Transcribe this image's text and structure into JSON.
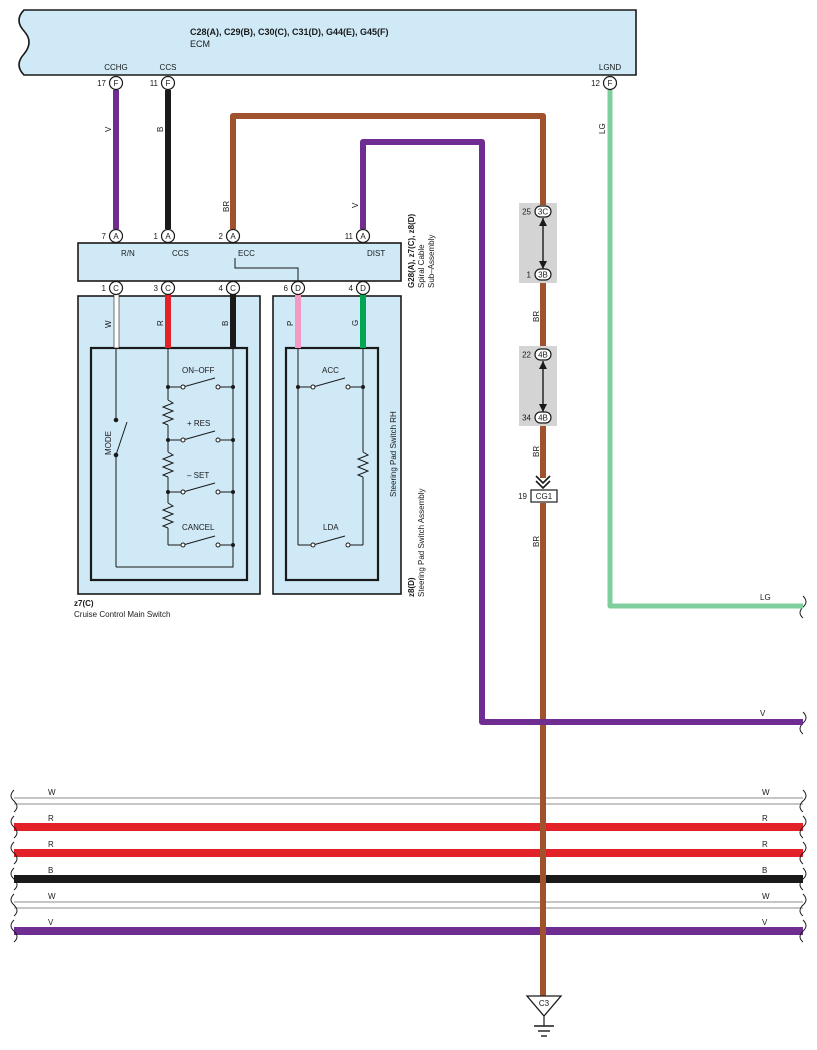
{
  "ecm": {
    "connectors": "C28(A), C29(B), C30(C), C31(D), G44(E), G45(F)",
    "name": "ECM",
    "terminals": [
      {
        "name": "CCHG",
        "num": "17",
        "pin": "F"
      },
      {
        "name": "CCS",
        "num": "11",
        "pin": "F"
      },
      {
        "name": "LGND",
        "num": "12",
        "pin": "F"
      }
    ]
  },
  "spiral": {
    "connectors": "G28(A), z7(C), z8(D)",
    "name1": "Spiral Cable",
    "name2": "Sub–Assembly",
    "top_pins": [
      {
        "num": "7",
        "pin": "A"
      },
      {
        "num": "1",
        "pin": "A"
      },
      {
        "num": "2",
        "pin": "A"
      },
      {
        "num": "11",
        "pin": "A"
      }
    ],
    "terminals": [
      "R/N",
      "CCS",
      "ECC",
      "DIST"
    ],
    "bottom_pins": [
      {
        "num": "1",
        "pin": "C"
      },
      {
        "num": "3",
        "pin": "C"
      },
      {
        "num": "4",
        "pin": "C"
      },
      {
        "num": "6",
        "pin": "D"
      },
      {
        "num": "4",
        "pin": "D"
      }
    ]
  },
  "main_switch": {
    "connector": "z7(C)",
    "name": "Cruise Control Main Switch",
    "switches": [
      "MODE",
      "ON–OFF",
      "+ RES",
      "– SET",
      "CANCEL"
    ]
  },
  "steering_pad": {
    "connector": "z8(D)",
    "name": "Steering Pad Switch Assembly",
    "sub_name": "Steering Pad Switch RH",
    "switches": [
      "ACC",
      "LDA"
    ]
  },
  "connectors": [
    {
      "num": "25",
      "pin": "3C"
    },
    {
      "num": "1",
      "pin": "3B"
    },
    {
      "num": "22",
      "pin": "4B"
    },
    {
      "num": "34",
      "pin": "4B"
    },
    {
      "num": "19",
      "pin": "CG1"
    }
  ],
  "ground": "C3",
  "wire_labels": {
    "v1": "V",
    "b1": "B",
    "br1": "BR",
    "v2": "V",
    "lg1": "LG",
    "w_sw": "W",
    "r_sw": "R",
    "b_sw": "B",
    "p_sw": "P",
    "g_sw": "G",
    "br2": "BR",
    "br3": "BR",
    "br4": "BR",
    "lg_end": "LG",
    "v_end": "V"
  },
  "bus": [
    {
      "label": "W",
      "color": "#ffffff"
    },
    {
      "label": "R",
      "color": "#e32129"
    },
    {
      "label": "R",
      "color": "#e32129"
    },
    {
      "label": "B",
      "color": "#1a1a1a"
    },
    {
      "label": "W",
      "color": "#ffffff"
    },
    {
      "label": "V",
      "color": "#6f2c91"
    }
  ],
  "colors": {
    "V": "#6f2c91",
    "B": "#1a1a1a",
    "BR": "#a0522d",
    "LG": "#7fcf9e",
    "R": "#e32129",
    "P": "#f29ac4",
    "G": "#00a651",
    "W": "#ffffff",
    "box": "#cfe9f7",
    "connector_block": "#d4d4d4"
  }
}
